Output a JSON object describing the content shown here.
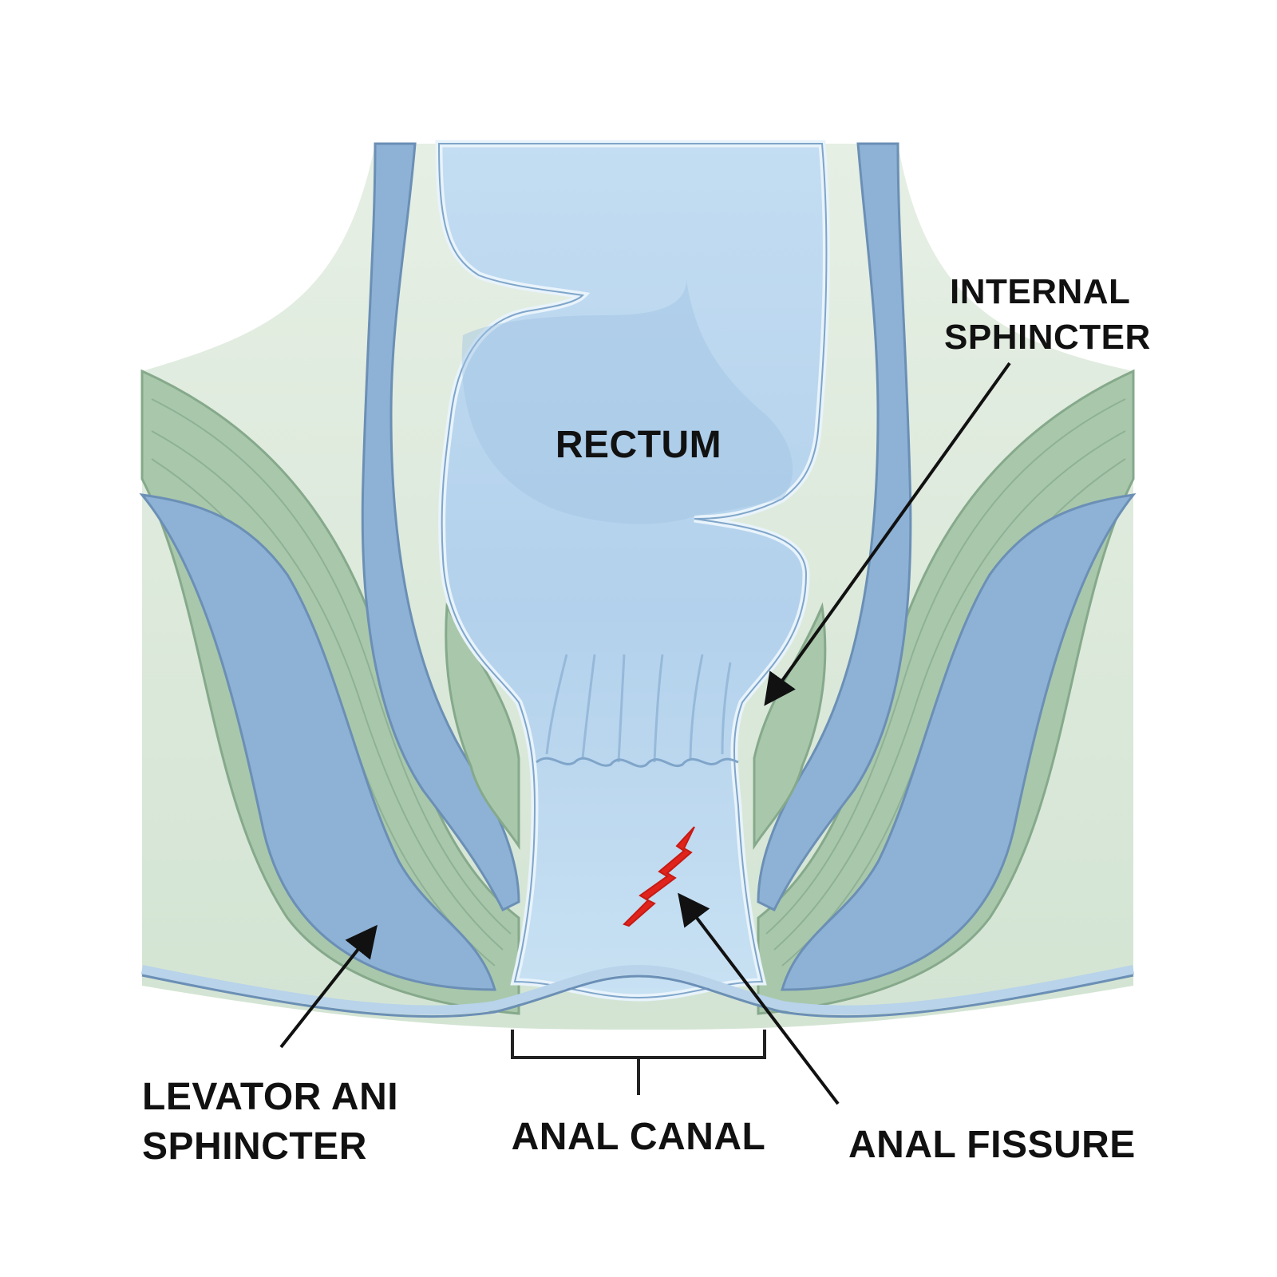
{
  "labels": {
    "rectum": "RECTUM",
    "internal_sphincter": [
      "INTERNAL",
      "SPHINCTER"
    ],
    "levator_ani": [
      "LEVATOR ANI",
      "SPHINCTER"
    ],
    "anal_canal": "ANAL CANAL",
    "anal_fissure": "ANAL FISSURE"
  },
  "colors": {
    "background": "#ffffff",
    "tissue_green": "#dde9dc",
    "muscle_green": "#a8c7ab",
    "muscle_blue": "#8fb3d6",
    "lumen_blue": "#b9d6ee",
    "lining_light": "#e3f0fa",
    "outline": "#6b8fb5",
    "fissure_red": "#e0241c",
    "arrow": "#111111"
  }
}
